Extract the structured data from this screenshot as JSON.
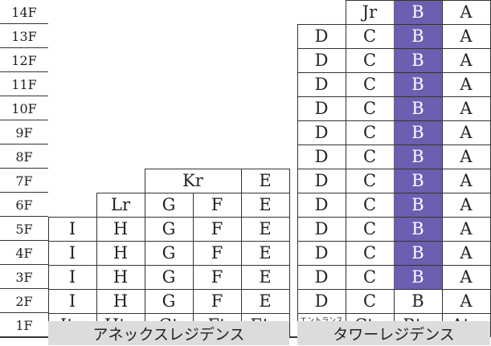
{
  "floors": [
    "14F",
    "13F",
    "12F",
    "11F",
    "10F",
    "9F",
    "8F",
    "7F",
    "6F",
    "5F",
    "4F",
    "3F",
    "2F",
    "1F"
  ],
  "annex": {
    "label": "アネックスレジデンス",
    "cells": [
      {
        "text": "Kr",
        "col": 2,
        "span": 2,
        "row": 7
      },
      {
        "text": "E",
        "col": 4,
        "span": 1,
        "row": 7
      },
      {
        "text": "Lr",
        "col": 1,
        "span": 1,
        "row": 8
      },
      {
        "text": "G",
        "col": 2,
        "span": 1,
        "row": 8
      },
      {
        "text": "F",
        "col": 3,
        "span": 1,
        "row": 8
      },
      {
        "text": "E",
        "col": 4,
        "span": 1,
        "row": 8
      },
      {
        "text": "I",
        "col": 0,
        "span": 1,
        "row": 9
      },
      {
        "text": "H",
        "col": 1,
        "span": 1,
        "row": 9
      },
      {
        "text": "G",
        "col": 2,
        "span": 1,
        "row": 9
      },
      {
        "text": "F",
        "col": 3,
        "span": 1,
        "row": 9
      },
      {
        "text": "E",
        "col": 4,
        "span": 1,
        "row": 9
      },
      {
        "text": "I",
        "col": 0,
        "span": 1,
        "row": 10
      },
      {
        "text": "H",
        "col": 1,
        "span": 1,
        "row": 10
      },
      {
        "text": "G",
        "col": 2,
        "span": 1,
        "row": 10
      },
      {
        "text": "F",
        "col": 3,
        "span": 1,
        "row": 10
      },
      {
        "text": "E",
        "col": 4,
        "span": 1,
        "row": 10
      },
      {
        "text": "I",
        "col": 0,
        "span": 1,
        "row": 11
      },
      {
        "text": "H",
        "col": 1,
        "span": 1,
        "row": 11
      },
      {
        "text": "G",
        "col": 2,
        "span": 1,
        "row": 11
      },
      {
        "text": "F",
        "col": 3,
        "span": 1,
        "row": 11
      },
      {
        "text": "E",
        "col": 4,
        "span": 1,
        "row": 11
      },
      {
        "text": "I",
        "col": 0,
        "span": 1,
        "row": 12
      },
      {
        "text": "H",
        "col": 1,
        "span": 1,
        "row": 12
      },
      {
        "text": "G",
        "col": 2,
        "span": 1,
        "row": 12
      },
      {
        "text": "F",
        "col": 3,
        "span": 1,
        "row": 12
      },
      {
        "text": "E",
        "col": 4,
        "span": 1,
        "row": 12
      },
      {
        "text": "Itg",
        "col": 0,
        "span": 1,
        "row": 13
      },
      {
        "text": "Htg",
        "col": 1,
        "span": 1,
        "row": 13
      },
      {
        "text": "Gt",
        "col": 2,
        "span": 1,
        "row": 13
      },
      {
        "text": "Ft",
        "col": 3,
        "span": 1,
        "row": 13
      },
      {
        "text": "Etg",
        "col": 4,
        "span": 1,
        "row": 13
      }
    ]
  },
  "tower": {
    "label": "タワーレジデンス",
    "entrance_line1": "エントランス",
    "entrance_line2": "ホール",
    "rows": [
      [
        "",
        "Jr",
        "B",
        "A"
      ],
      [
        "D",
        "C",
        "B",
        "A"
      ],
      [
        "D",
        "C",
        "B",
        "A"
      ],
      [
        "D",
        "C",
        "B",
        "A"
      ],
      [
        "D",
        "C",
        "B",
        "A"
      ],
      [
        "D",
        "C",
        "B",
        "A"
      ],
      [
        "D",
        "C",
        "B",
        "A"
      ],
      [
        "D",
        "C",
        "B",
        "A"
      ],
      [
        "D",
        "C",
        "B",
        "A"
      ],
      [
        "D",
        "C",
        "B",
        "A"
      ],
      [
        "D",
        "C",
        "B",
        "A"
      ],
      [
        "D",
        "C",
        "B",
        "A"
      ],
      [
        "D",
        "C",
        "B",
        "A"
      ],
      [
        "ENTRANCE",
        "Ctg",
        "Btg",
        "Atg"
      ]
    ],
    "highlight_color": "#6a5fb0",
    "highlight_column": 2,
    "highlight_rows": [
      0,
      1,
      2,
      3,
      4,
      5,
      6,
      7,
      8,
      9,
      10,
      11
    ]
  }
}
